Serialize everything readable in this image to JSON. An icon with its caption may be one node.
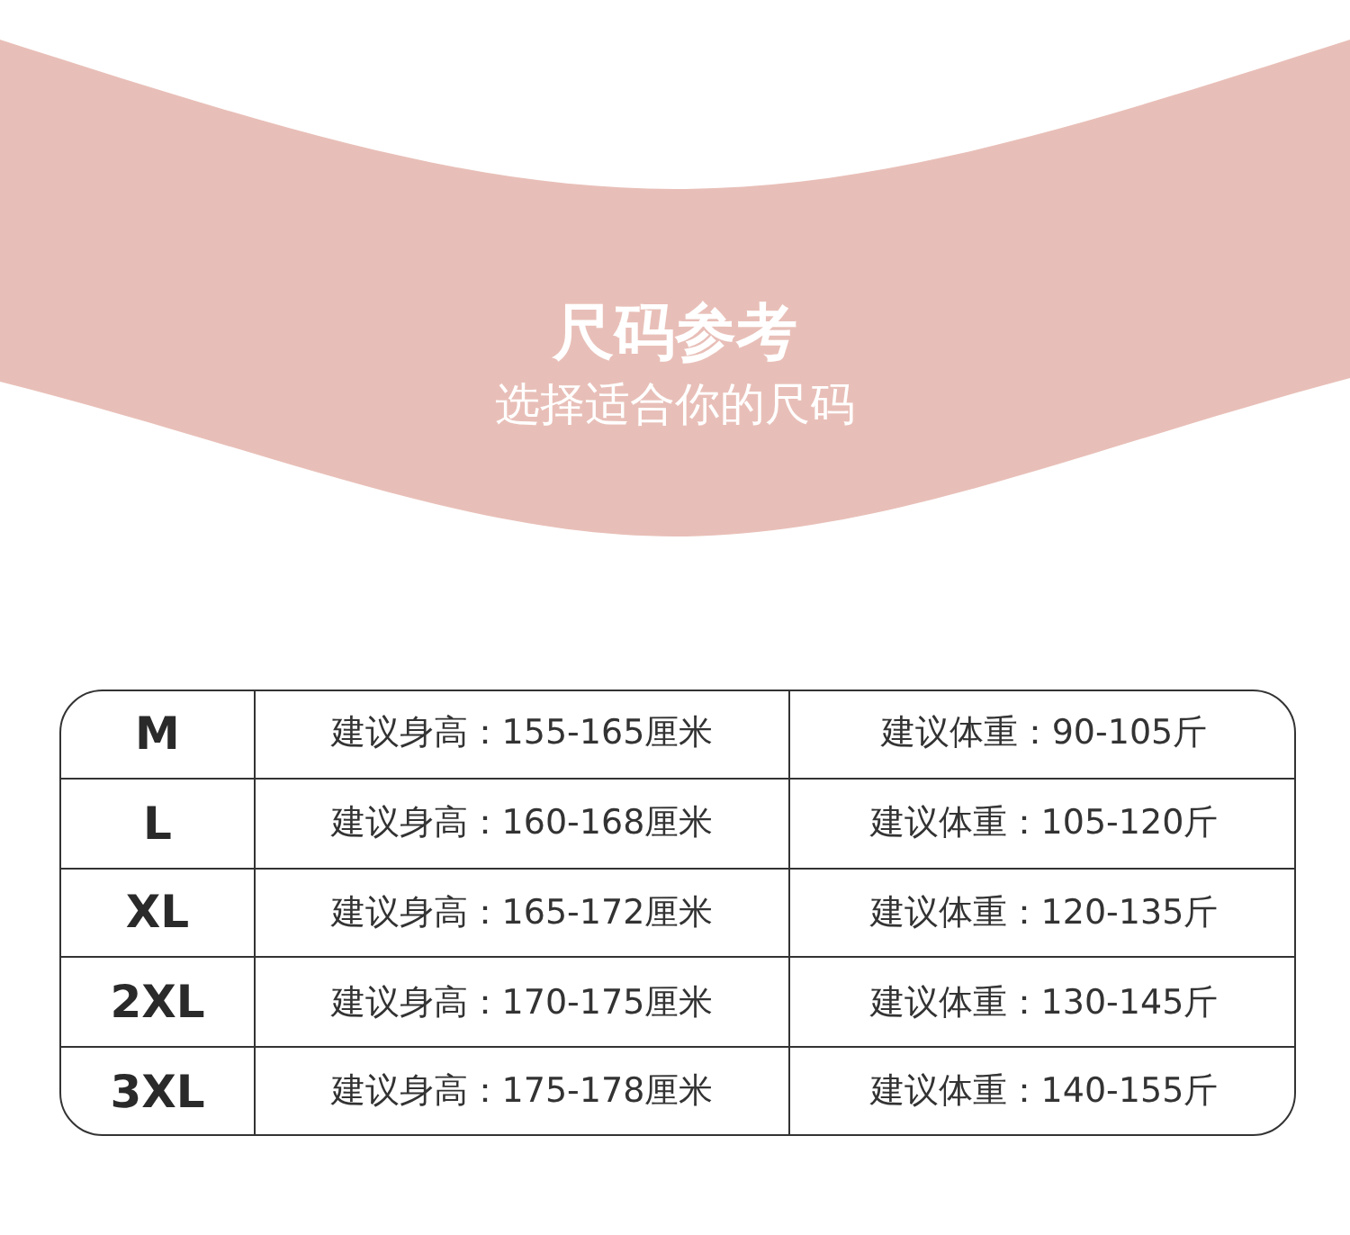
{
  "diagram": {
    "title": "尺码参考",
    "labels": [
      "选择适合你的尺码",
      "M",
      "建议身高：155-165厘米",
      "建议体重：90-105斤",
      "L",
      "建议身高：160-168厘米",
      "建议体重：105-120斤",
      "XL",
      "建议身高：165-172厘米",
      "建议体重：120-135斤",
      "2XL",
      "建议身高：170-175厘米",
      "建议体重：130-145斤",
      "3XL",
      "建议身高：175-178厘米",
      "建议体重：140-155斤"
    ]
  }
}
